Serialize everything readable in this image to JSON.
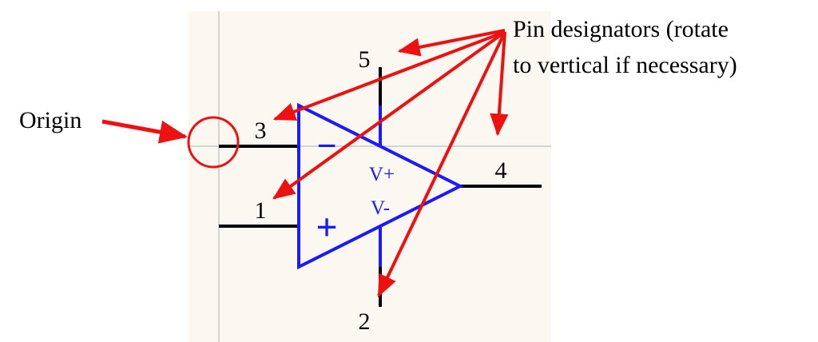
{
  "labels": {
    "origin": "Origin",
    "pin_designators_line1": "Pin designators (rotate",
    "pin_designators_line2": "to vertical if necessary)"
  },
  "pins": {
    "p5": "5",
    "p3": "3",
    "p1": "1",
    "p4": "4",
    "p2": "2"
  },
  "symbol": {
    "minus": "−",
    "plus": "+",
    "vplus": "V+",
    "vminus": "V-"
  },
  "colors": {
    "canvas": "#fbf8f1",
    "grid": "#c8c8c8",
    "pin": "#000000",
    "body": "#1a1aff",
    "arrow": "#ee1111",
    "text": "#000000"
  }
}
